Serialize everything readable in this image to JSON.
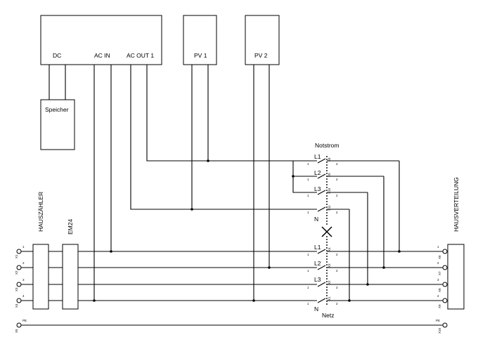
{
  "devices": {
    "inverter": {
      "ports": {
        "dc": "DC",
        "ac_in": "AC IN",
        "ac_out": "AC OUT 1"
      }
    },
    "pv1": "PV 1",
    "pv2": "PV 2",
    "storage": "Speicher",
    "meter": "HAUSZÄHLER",
    "em24": "EM24",
    "distribution": "HAUSVERTEILUNG"
  },
  "switch": {
    "top_label": "Notstrom",
    "bottom_label": "Netz",
    "top_poles": [
      {
        "phase": "L1",
        "contact": "X8"
      },
      {
        "phase": "L2",
        "contact": "X9"
      },
      {
        "phase": "L3",
        "contact": "X10"
      },
      {
        "phase": "N",
        "contact": "X11"
      }
    ],
    "bottom_poles": [
      {
        "phase": "L1",
        "contact": "X4"
      },
      {
        "phase": "L2",
        "contact": "X3"
      },
      {
        "phase": "L3",
        "contact": "X2"
      },
      {
        "phase": "N",
        "contact": "X1"
      }
    ],
    "pin_numbers": [
      "1",
      "2"
    ]
  },
  "terminals": {
    "left": [
      {
        "id": "X1",
        "pin": "1"
      },
      {
        "id": "X2",
        "pin": "2"
      },
      {
        "id": "X3",
        "pin": "3"
      },
      {
        "id": "X4",
        "pin": "4"
      },
      {
        "id": "X5",
        "pin": "PE"
      }
    ],
    "right": [
      {
        "id": "X6",
        "pin": "1"
      },
      {
        "id": "X7",
        "pin": "2"
      },
      {
        "id": "X8",
        "pin": "3"
      },
      {
        "id": "X9",
        "pin": "4"
      },
      {
        "id": "X10",
        "pin": "PE"
      }
    ]
  }
}
